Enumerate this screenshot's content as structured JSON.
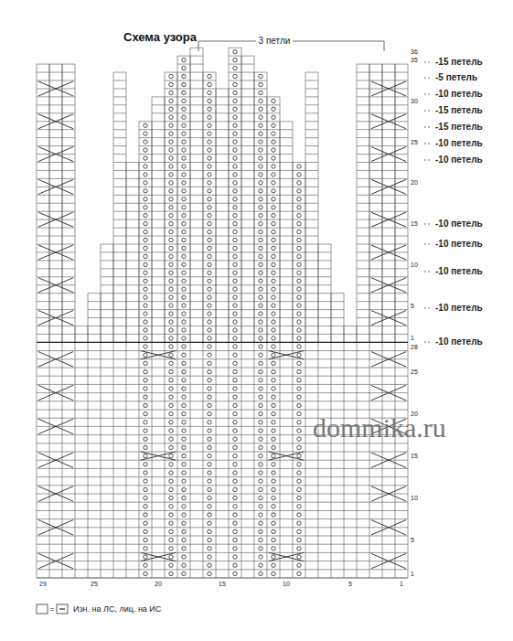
{
  "diagram": {
    "title": "Схема узора",
    "labels": [
      "3 петли",
      "-15 петель",
      "-5 петель",
      "-10 петель",
      "-15 петель",
      "-15 петель",
      "-10 петель",
      "-10 петель",
      "-10 петель",
      "-10 петель",
      "-10 петель",
      "-10 петель",
      "-10 петель",
      "36",
      "35",
      "30",
      "25",
      "20",
      "15",
      "10",
      "5",
      "1",
      "28",
      "25",
      "20",
      "15",
      "10",
      "5",
      "1",
      "29",
      "25",
      "20",
      "15",
      "10",
      "5",
      "1",
      "=",
      "dommika.ru"
    ],
    "legend": [
      {
        "text": "Изн. на ЛС, лиц. на ИС"
      }
    ]
  }
}
